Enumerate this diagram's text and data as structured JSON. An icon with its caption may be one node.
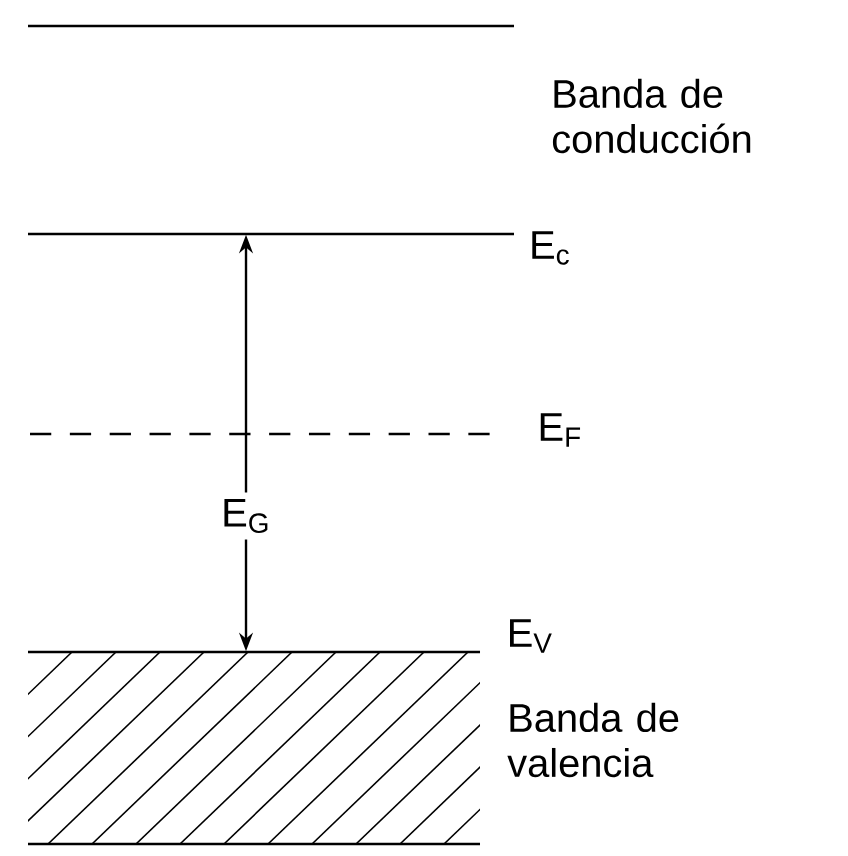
{
  "diagram": {
    "nodes": [
      {
        "text": [
          "Banda de conducción"
        ]
      },
      {
        "text": [
          "Banda de valencia"
        ]
      },
      {
        "text": [
          "E$_{G}$"
        ]
      }
    ],
    "edges": [
      {
        "from": 2,
        "to": 0,
        "arrow": "to"
      },
      {
        "from": 2,
        "to": 1,
        "arrow": "to"
      }
    ],
    "labels": [
      "E$_{c}$",
      "E$_{F}$",
      "E$_{V}$"
    ]
  }
}
